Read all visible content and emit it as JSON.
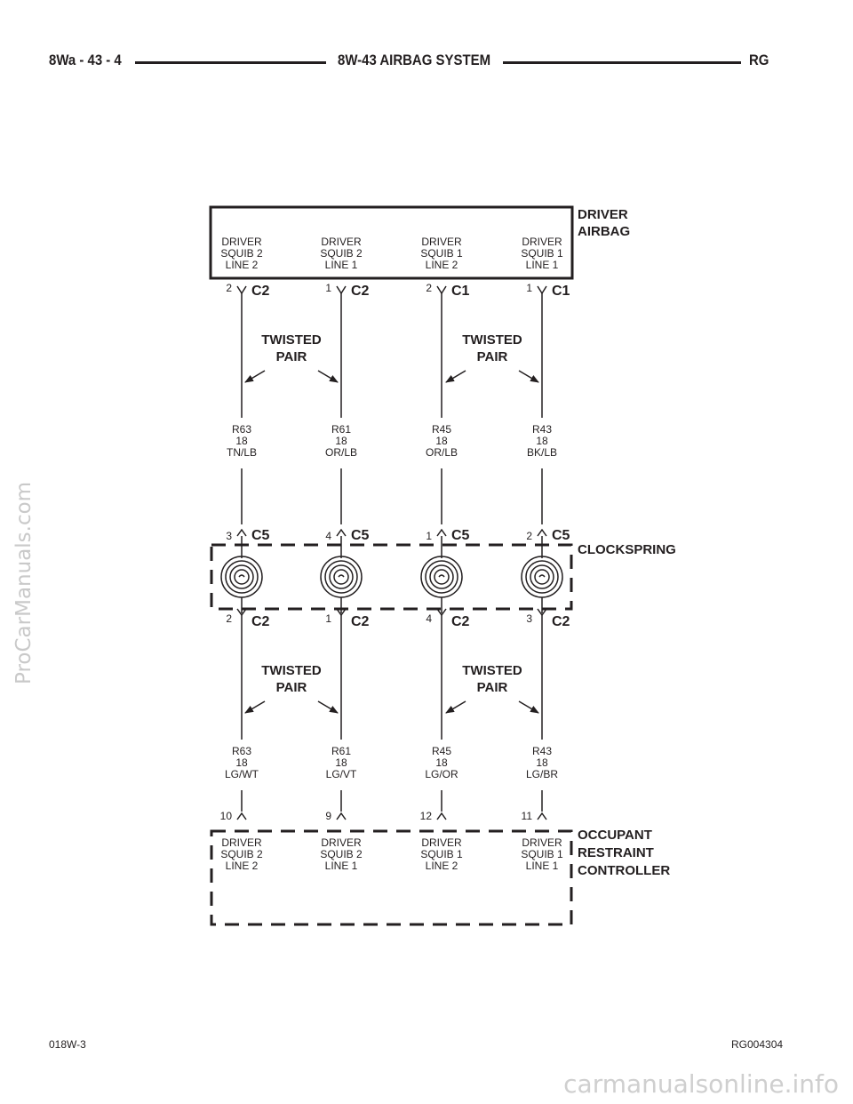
{
  "header": {
    "left": "8Wa - 43 - 4",
    "title": "8W-43 AIRBAG SYSTEM",
    "right": "RG"
  },
  "footer": {
    "left": "018W-3",
    "right": "RG004304"
  },
  "watermarks": {
    "left": "ProCarManuals.com",
    "bottom": "carmanualsonline.info"
  },
  "components": {
    "driver_airbag": [
      "DRIVER",
      "AIRBAG"
    ],
    "clockspring": [
      "CLOCKSPRING"
    ],
    "orc": [
      "OCCUPANT",
      "RESTRAINT",
      "CONTROLLER"
    ]
  },
  "twisted_pair": [
    "TWISTED",
    "PAIR"
  ],
  "circuits": [
    {
      "airbag_label": [
        "DRIVER",
        "SQUIB 2",
        "LINE 2"
      ],
      "airbag_conn": "C2",
      "airbag_pin": "2",
      "upper_wire": [
        "R63",
        "18",
        "TN/LB"
      ],
      "cs_top_conn": "C5",
      "cs_top_pin": "3",
      "cs_bot_conn": "C2",
      "cs_bot_pin": "2",
      "lower_wire": [
        "R63",
        "18",
        "LG/WT"
      ],
      "orc_pin": "10",
      "orc_label": [
        "DRIVER",
        "SQUIB 2",
        "LINE 2"
      ]
    },
    {
      "airbag_label": [
        "DRIVER",
        "SQUIB 2",
        "LINE 1"
      ],
      "airbag_conn": "C2",
      "airbag_pin": "1",
      "upper_wire": [
        "R61",
        "18",
        "OR/LB"
      ],
      "cs_top_conn": "C5",
      "cs_top_pin": "4",
      "cs_bot_conn": "C2",
      "cs_bot_pin": "1",
      "lower_wire": [
        "R61",
        "18",
        "LG/VT"
      ],
      "orc_pin": "9",
      "orc_label": [
        "DRIVER",
        "SQUIB 2",
        "LINE 1"
      ]
    },
    {
      "airbag_label": [
        "DRIVER",
        "SQUIB 1",
        "LINE 2"
      ],
      "airbag_conn": "C1",
      "airbag_pin": "2",
      "upper_wire": [
        "R45",
        "18",
        "OR/LB"
      ],
      "cs_top_conn": "C5",
      "cs_top_pin": "1",
      "cs_bot_conn": "C2",
      "cs_bot_pin": "4",
      "lower_wire": [
        "R45",
        "18",
        "LG/OR"
      ],
      "orc_pin": "12",
      "orc_label": [
        "DRIVER",
        "SQUIB 1",
        "LINE 2"
      ]
    },
    {
      "airbag_label": [
        "DRIVER",
        "SQUIB 1",
        "LINE 1"
      ],
      "airbag_conn": "C1",
      "airbag_pin": "1",
      "upper_wire": [
        "R43",
        "18",
        "BK/LB"
      ],
      "cs_top_conn": "C5",
      "cs_top_pin": "2",
      "cs_bot_conn": "C2",
      "cs_bot_pin": "3",
      "lower_wire": [
        "R43",
        "18",
        "LG/BR"
      ],
      "orc_pin": "11",
      "orc_label": [
        "DRIVER",
        "SQUIB 1",
        "LINE 1"
      ]
    }
  ]
}
